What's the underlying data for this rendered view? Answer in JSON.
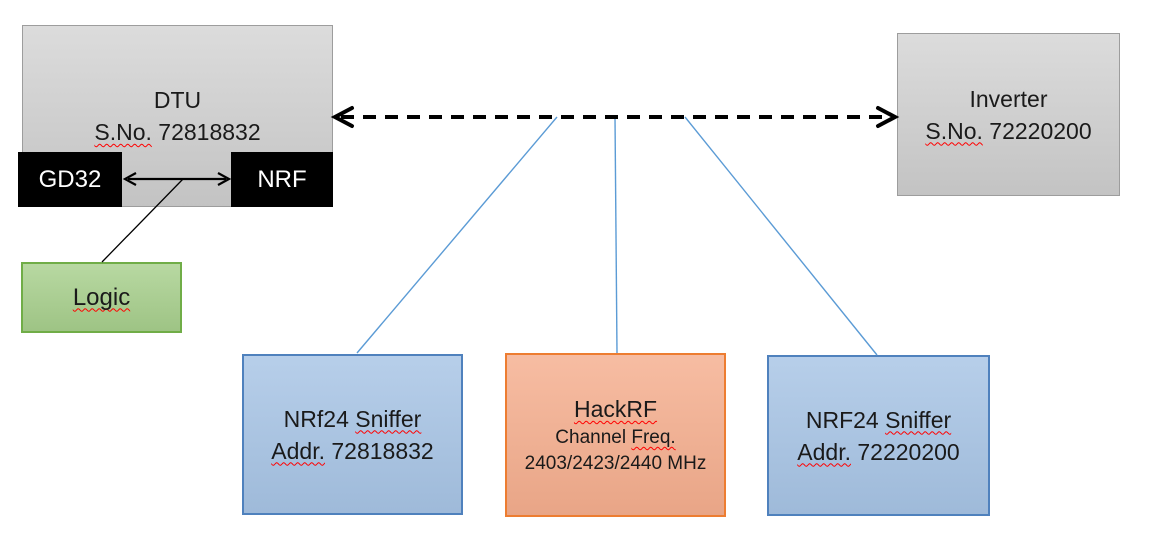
{
  "diagram": {
    "nodes": {
      "dtu": {
        "title": "DTU",
        "serial_label": "S.No.",
        "serial_number": "72818832"
      },
      "gd32": {
        "label": "GD32"
      },
      "nrf": {
        "label": "NRF"
      },
      "logic": {
        "label": "Logic"
      },
      "inverter": {
        "title": "Inverter",
        "serial_label": "S.No.",
        "serial_number": "72220200"
      },
      "sniffer1": {
        "model": "NRf24",
        "device": "Sniffer",
        "addr_label": "Addr.",
        "address": "72818832"
      },
      "hackrf": {
        "title": "HackRF",
        "channel_label": "Channel",
        "freq_label": "Freq.",
        "frequencies": "2403/2423/2440 MHz"
      },
      "sniffer2": {
        "model": "NRF24",
        "device": "Sniffer",
        "addr_label": "Addr.",
        "address": "72220200"
      }
    },
    "colors": {
      "box_gray_fill": "#D2D2D2",
      "box_gray_border": "#9D9D9D",
      "box_black_fill": "#000000",
      "box_green_fill": "#A8D08D",
      "box_green_border": "#70AD47",
      "box_blue_fill": "#A7C4E5",
      "box_blue_border": "#4F81BD",
      "box_orange_fill": "#F5AE8E",
      "box_orange_border": "#ED7D31",
      "connector_blue": "#5B9BD5",
      "arrow_black": "#000000",
      "squiggle_red": "#FF0000",
      "text_color": "#1A1A1A"
    }
  }
}
